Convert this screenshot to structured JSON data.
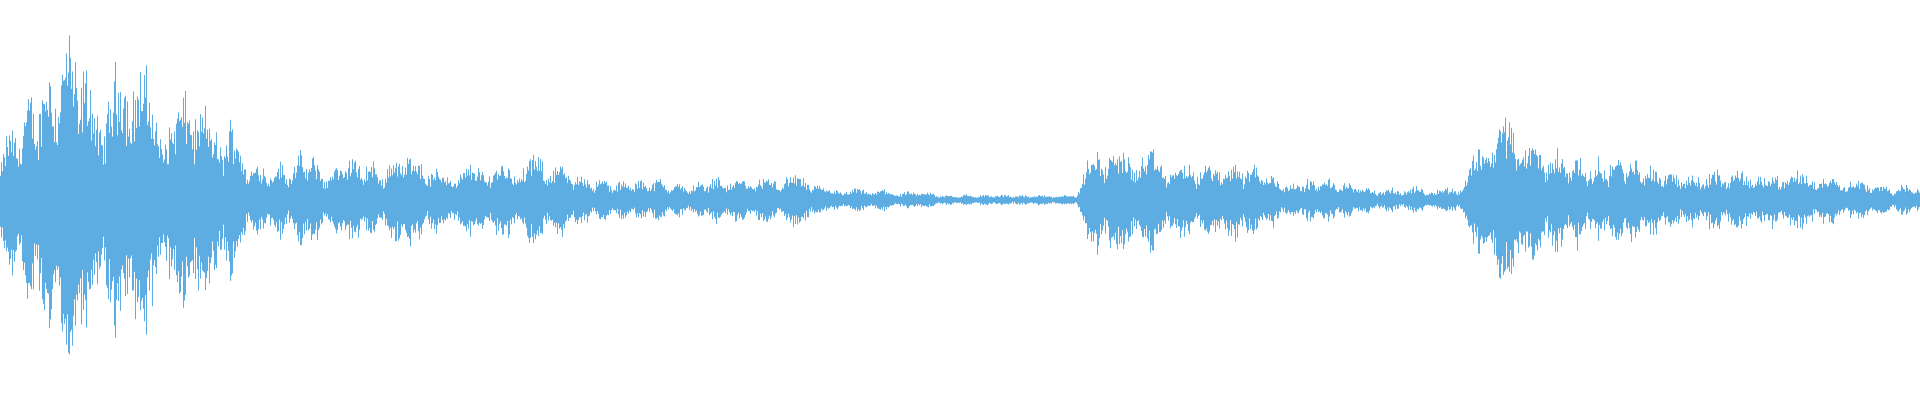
{
  "waveform": {
    "color": "#5DADE2",
    "background": "#FFFFFF",
    "amplitude_range": [
      -1,
      1
    ],
    "amplitude_envelope": [
      [
        0.0,
        0.3
      ],
      [
        0.02,
        0.65
      ],
      [
        0.03,
        0.85
      ],
      [
        0.04,
        0.95
      ],
      [
        0.05,
        0.5
      ],
      [
        0.06,
        0.7
      ],
      [
        0.07,
        0.85
      ],
      [
        0.08,
        0.55
      ],
      [
        0.09,
        0.45
      ],
      [
        0.1,
        0.7
      ],
      [
        0.11,
        0.4
      ],
      [
        0.12,
        0.45
      ],
      [
        0.13,
        0.2
      ],
      [
        0.14,
        0.2
      ],
      [
        0.15,
        0.2
      ],
      [
        0.16,
        0.28
      ],
      [
        0.17,
        0.15
      ],
      [
        0.18,
        0.25
      ],
      [
        0.2,
        0.18
      ],
      [
        0.21,
        0.3
      ],
      [
        0.23,
        0.15
      ],
      [
        0.25,
        0.2
      ],
      [
        0.27,
        0.2
      ],
      [
        0.28,
        0.25
      ],
      [
        0.3,
        0.15
      ],
      [
        0.32,
        0.1
      ],
      [
        0.34,
        0.12
      ],
      [
        0.36,
        0.08
      ],
      [
        0.37,
        0.13
      ],
      [
        0.38,
        0.12
      ],
      [
        0.4,
        0.12
      ],
      [
        0.41,
        0.14
      ],
      [
        0.42,
        0.13
      ],
      [
        0.43,
        0.06
      ],
      [
        0.44,
        0.06
      ],
      [
        0.46,
        0.06
      ],
      [
        0.47,
        0.04
      ],
      [
        0.48,
        0.05
      ],
      [
        0.49,
        0.03
      ],
      [
        0.5,
        0.03
      ],
      [
        0.52,
        0.03
      ],
      [
        0.53,
        0.03
      ],
      [
        0.55,
        0.03
      ],
      [
        0.56,
        0.03
      ],
      [
        0.57,
        0.32
      ],
      [
        0.58,
        0.28
      ],
      [
        0.6,
        0.26
      ],
      [
        0.61,
        0.2
      ],
      [
        0.63,
        0.2
      ],
      [
        0.65,
        0.22
      ],
      [
        0.67,
        0.1
      ],
      [
        0.69,
        0.12
      ],
      [
        0.71,
        0.08
      ],
      [
        0.72,
        0.06
      ],
      [
        0.74,
        0.07
      ],
      [
        0.75,
        0.06
      ],
      [
        0.76,
        0.08
      ],
      [
        0.77,
        0.3
      ],
      [
        0.78,
        0.5
      ],
      [
        0.79,
        0.4
      ],
      [
        0.8,
        0.3
      ],
      [
        0.82,
        0.25
      ],
      [
        0.83,
        0.2
      ],
      [
        0.84,
        0.25
      ],
      [
        0.86,
        0.2
      ],
      [
        0.88,
        0.14
      ],
      [
        0.9,
        0.17
      ],
      [
        0.92,
        0.14
      ],
      [
        0.93,
        0.16
      ],
      [
        0.95,
        0.14
      ],
      [
        0.97,
        0.11
      ],
      [
        0.98,
        0.08
      ],
      [
        1.0,
        0.08
      ]
    ]
  }
}
